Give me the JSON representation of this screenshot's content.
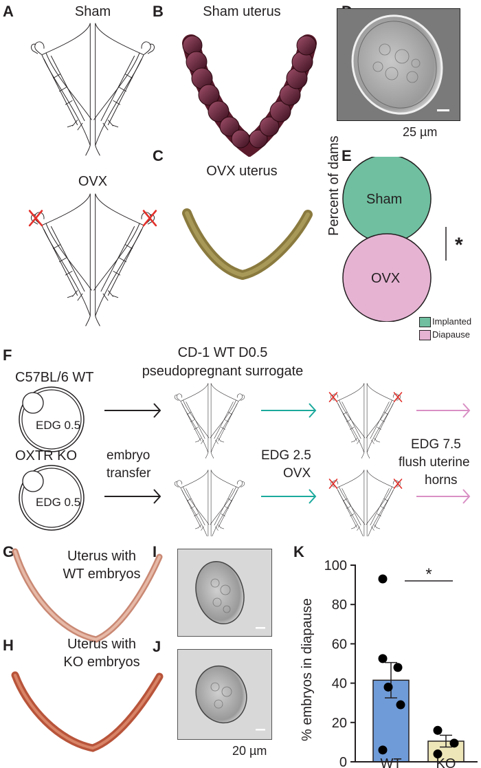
{
  "panels": {
    "A": {
      "letter": "A",
      "top_label": "Sham",
      "bottom_label": "OVX"
    },
    "B": {
      "letter": "B",
      "title": "Sham uterus"
    },
    "C": {
      "letter": "C",
      "title": "OVX uterus"
    },
    "D": {
      "letter": "D",
      "scale": "25 µm"
    },
    "E": {
      "letter": "E",
      "ylabel": "Percent of dams",
      "sham": "Sham",
      "ovx": "OVX",
      "sig": "*",
      "legend": [
        {
          "label": "Implanted",
          "color": "#6fbfa0"
        },
        {
          "label": "Diapause",
          "color": "#e6b3d3"
        }
      ]
    },
    "F": {
      "letter": "F",
      "wt_label": "C57BL/6 WT",
      "ko_label": "OXTR KO",
      "embryo_label": "EDG 0.5",
      "surrogate_line1": "CD-1 WT D0.5",
      "surrogate_line2": "pseudopregnant surrogate",
      "transfer_line1": "embryo",
      "transfer_line2": "transfer",
      "ovx_line1": "EDG 2.5",
      "ovx_line2": "OVX",
      "flush_line1": "EDG 7.5",
      "flush_line2": "flush uterine",
      "flush_line3": "horns",
      "arrow_colors": {
        "black": "#231f20",
        "teal": "#1aa99c",
        "pink": "#d98fc4"
      }
    },
    "G": {
      "letter": "G",
      "title_line1": "Uterus with",
      "title_line2": "WT embryos"
    },
    "H": {
      "letter": "H",
      "title_line1": "Uterus with",
      "title_line2": "KO embryos"
    },
    "I": {
      "letter": "I"
    },
    "J": {
      "letter": "J",
      "scale": "20 µm"
    },
    "K": {
      "letter": "K",
      "sig": "*"
    }
  },
  "chart_data": {
    "type": "bar",
    "categories": [
      "WT",
      "KO"
    ],
    "values": [
      41.5,
      10.5
    ],
    "errors": [
      9.0,
      3.0
    ],
    "points": [
      [
        93,
        52.5,
        48,
        38,
        29,
        6
      ],
      [
        16,
        9.5,
        4
      ]
    ],
    "colors": [
      "#6f9bd8",
      "#ede6b8"
    ],
    "ylabel": "% embryos in diapause",
    "ylim": [
      0,
      100
    ],
    "yticks": [
      0,
      20,
      40,
      60,
      80,
      100
    ]
  }
}
